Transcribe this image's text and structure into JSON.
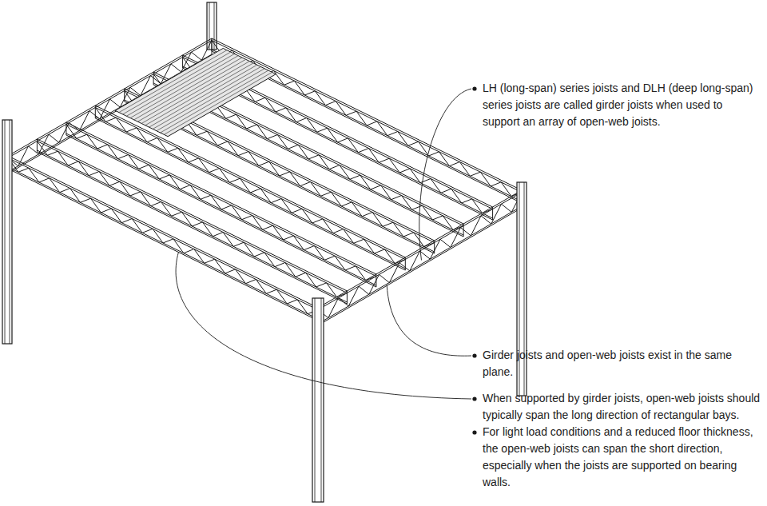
{
  "diagram": {
    "labels": [
      "LH (long-span) series joists and DLH (deep long-span) series joists are called girder joists when used to support an array of open-web joists.",
      "Girder joists and open-web joists exist in the same plane.",
      "When supported by girder joists, open-web joists should typically span the long direction of rectangular bays.",
      "For light load conditions and a reduced floor thickness, the open-web joists can span the short direction, especially when the joists are supported on bearing walls."
    ]
  }
}
